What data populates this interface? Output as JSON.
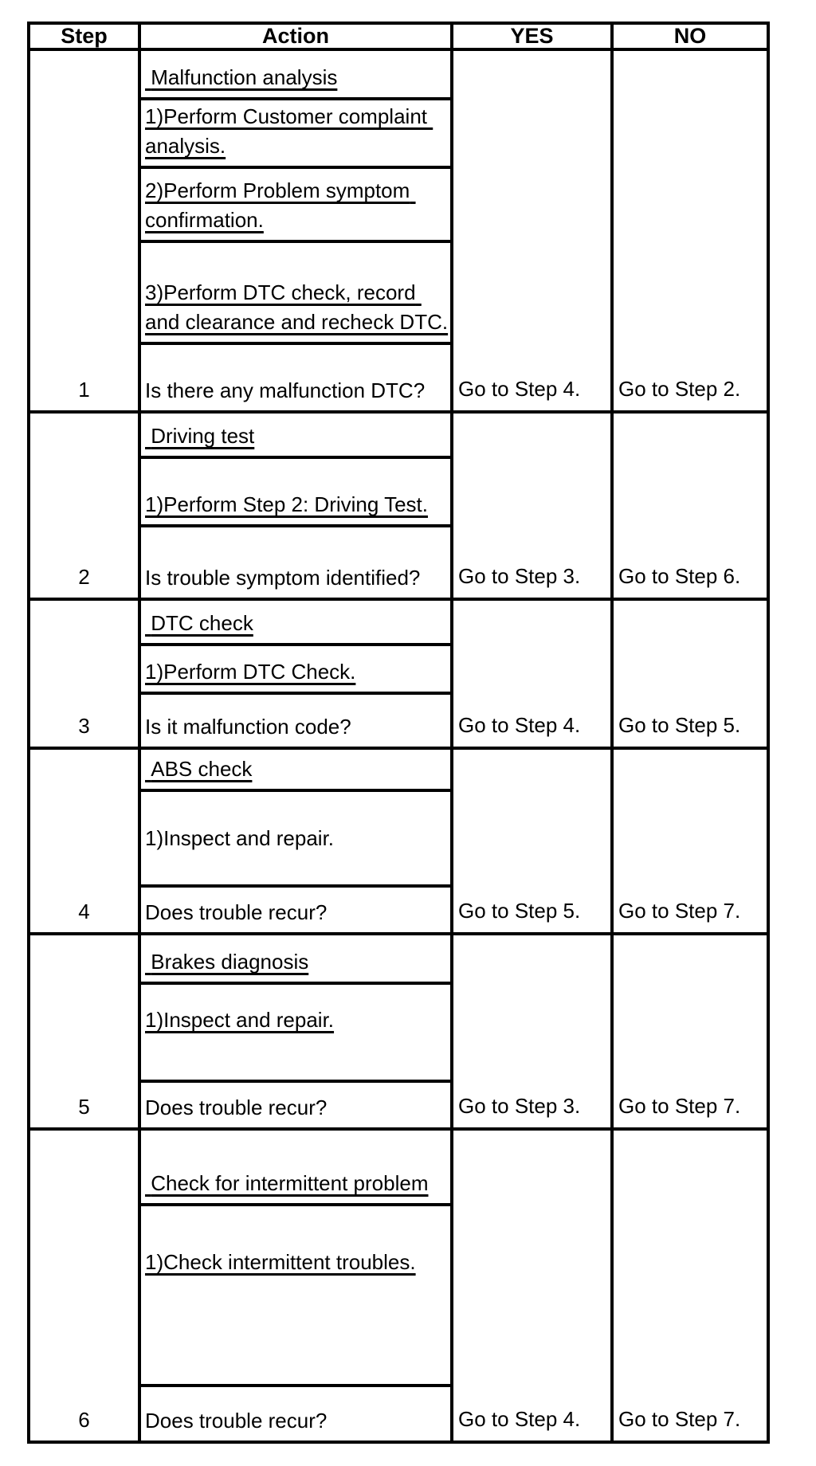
{
  "colors": {
    "border": "#000000",
    "text": "#000000",
    "background": "#ffffff"
  },
  "table": {
    "headers": {
      "step": "Step",
      "action": "Action",
      "yes": "YES",
      "no": "NO"
    },
    "steps": [
      {
        "step": "1",
        "actions": [
          {
            "text": " Malfunction analysis",
            "underline": true
          },
          {
            "text": "1)Perform Customer complaint analysis.",
            "underline": true
          },
          {
            "text": "2)Perform Problem symptom confirmation.",
            "underline": true
          },
          {
            "text": "3)Perform DTC check, record and clearance and recheck DTC.",
            "underline": true
          }
        ],
        "question": "Is there any malfunction DTC?",
        "yes": "Go to Step 4.",
        "no": "Go to Step 2."
      },
      {
        "step": "2",
        "actions": [
          {
            "text": " Driving test",
            "underline": true
          },
          {
            "text": "1)Perform Step 2: Driving Test.",
            "underline": true
          }
        ],
        "question": "Is trouble symptom identified?",
        "yes": "Go to Step 3.",
        "no": "Go to Step 6."
      },
      {
        "step": "3",
        "actions": [
          {
            "text": " DTC check",
            "underline": true
          },
          {
            "text": "1)Perform DTC Check.",
            "underline": true
          }
        ],
        "question": "Is it malfunction code?",
        "yes": "Go to Step 4.",
        "no": "Go to Step 5."
      },
      {
        "step": "4",
        "actions": [
          {
            "text": " ABS check",
            "underline": true
          },
          {
            "text": "1)Inspect and repair.",
            "underline": false
          }
        ],
        "question": "Does trouble recur?",
        "yes": "Go to Step 5.",
        "no": "Go to Step 7."
      },
      {
        "step": "5",
        "actions": [
          {
            "text": " Brakes diagnosis",
            "underline": true
          },
          {
            "text": "1)Inspect and repair.",
            "underline": true
          }
        ],
        "question": "Does trouble recur?",
        "yes": "Go to Step 3.",
        "no": "Go to Step 7."
      },
      {
        "step": "6",
        "actions": [
          {
            "text": " Check for intermittent problem",
            "underline": true
          },
          {
            "text": "1)Check intermittent troubles.",
            "underline": true
          }
        ],
        "question": "Does trouble recur?",
        "yes": "Go to Step 4.",
        "no": "Go to Step 7."
      }
    ]
  }
}
